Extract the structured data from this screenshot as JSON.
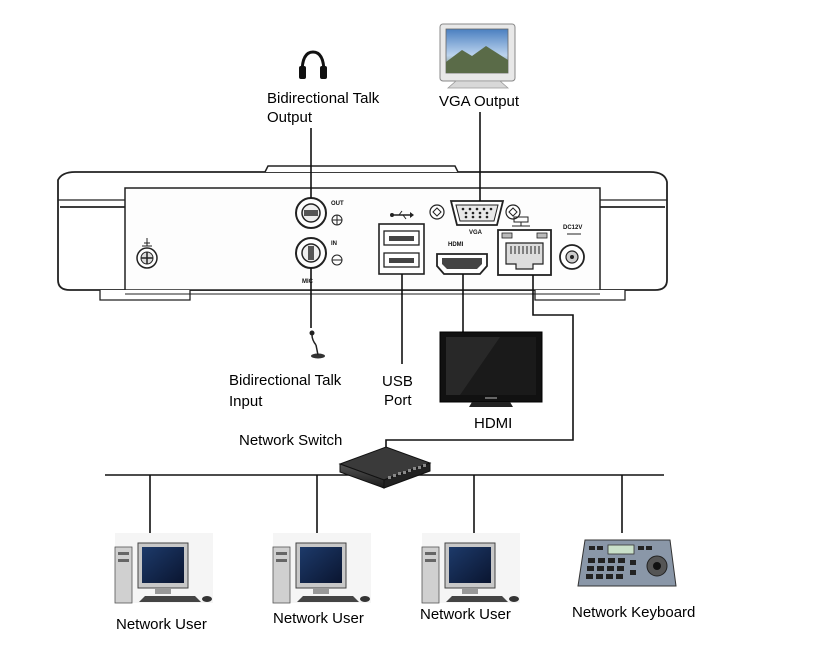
{
  "labels": {
    "talk_output_1": "Bidirectional Talk",
    "talk_output_2": "Output",
    "vga_output": "VGA Output",
    "talk_input_1": "Bidirectional Talk",
    "talk_input_2": "Input",
    "usb_1": "USB",
    "usb_2": "Port",
    "hdmi": "HDMI",
    "network_switch": "Network Switch",
    "network_user_1": "Network User",
    "network_user_2": "Network User",
    "network_user_3": "Network User",
    "network_keyboard": "Network Keyboard"
  },
  "panel_marks": {
    "out": "OUT",
    "in": "IN",
    "mic": "MIC",
    "vga": "VGA",
    "hdmi": "HDMI",
    "dc": "DC12V"
  },
  "icons": [
    "headphones-icon",
    "monitor-icon",
    "microphone-icon",
    "tv-icon",
    "switch-icon",
    "computer-icon",
    "keyboard-icon",
    "usb-icon",
    "network-icon",
    "ground-icon"
  ]
}
